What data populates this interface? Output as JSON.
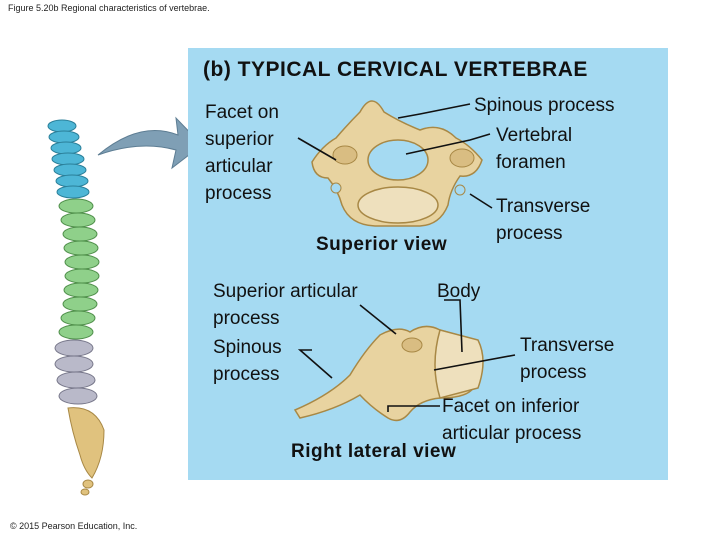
{
  "figure_caption": "Figure 5.20b Regional characteristics of vertebrae.",
  "copyright": "© 2015 Pearson Education, Inc.",
  "panel_title": "(b) TYPICAL CERVICAL VERTEBRAE",
  "superior_view": {
    "view_label": "Superior view",
    "labels": {
      "facet_superior": "Facet on\nsuperior\narticular\nprocess",
      "spinous": "Spinous process",
      "foramen": "Vertebral\nforamen",
      "transverse": "Transverse\nprocess"
    }
  },
  "lateral_view": {
    "view_label": "Right lateral view",
    "labels": {
      "superior_articular": "Superior articular\nprocess",
      "body": "Body",
      "spinous": "Spinous\nprocess",
      "transverse": "Transverse\nprocess",
      "facet_inferior": "Facet on inferior\narticular process"
    }
  },
  "colors": {
    "panel_bg": "#a5daf2",
    "bone": "#e8d3a0",
    "bone_shadow": "#c9a86a",
    "cervical": "#4db6d6",
    "thoracic": "#8fd08a",
    "lumbar": "#b9b9c9",
    "sacrum": "#e0c27e"
  }
}
